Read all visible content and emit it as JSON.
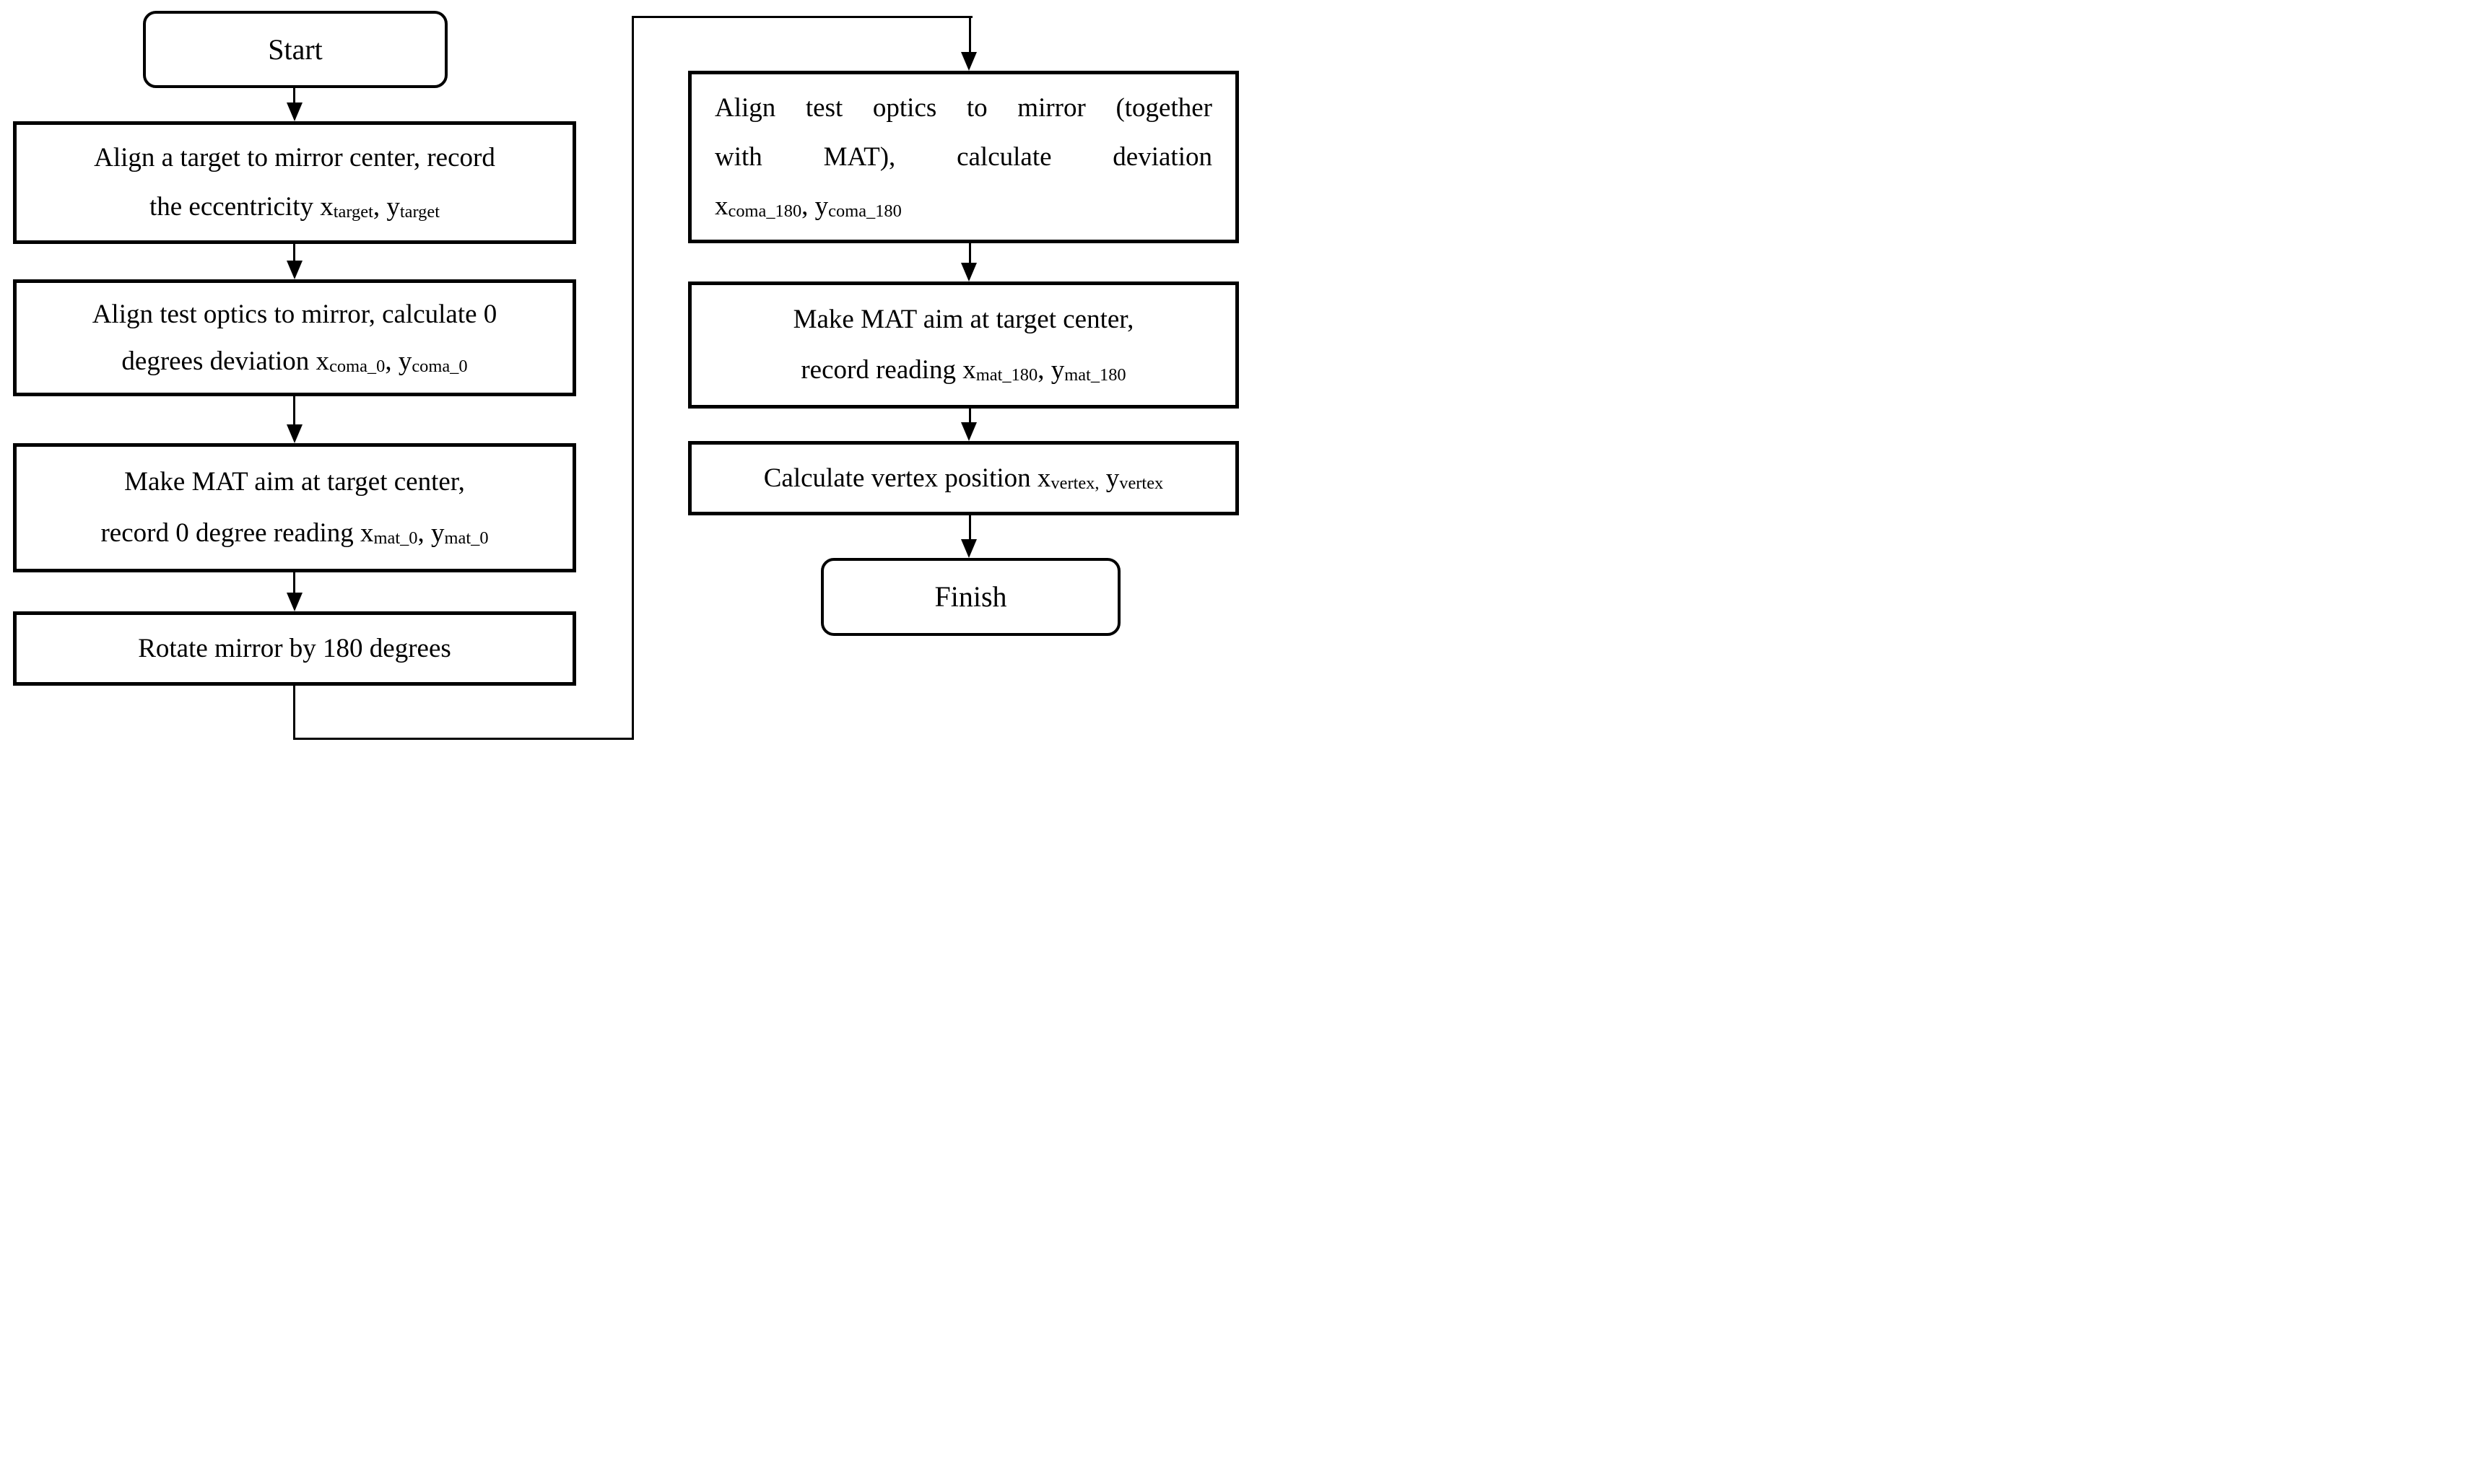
{
  "colors": {
    "ink": "#000000",
    "paper": "#ffffff"
  },
  "nodes": {
    "start": {
      "label": "Start"
    },
    "align_target": {
      "lines": [
        [
          {
            "t": "Align a target to mirror center, record"
          }
        ],
        [
          {
            "t": "the eccentricity x"
          },
          {
            "s": "target"
          },
          {
            "t": ", y"
          },
          {
            "s": "target"
          }
        ]
      ]
    },
    "align_optics_0": {
      "lines": [
        [
          {
            "t": "Align test optics to mirror, calculate 0"
          }
        ],
        [
          {
            "t": "degrees deviation x"
          },
          {
            "s": "coma_0"
          },
          {
            "t": ", y"
          },
          {
            "s": "coma_0"
          }
        ]
      ]
    },
    "mat_aim_0": {
      "lines": [
        [
          {
            "t": "Make MAT aim at target center,"
          }
        ],
        [
          {
            "t": "record 0 degree reading x"
          },
          {
            "s": "mat_0"
          },
          {
            "t": ", y"
          },
          {
            "s": "mat_0"
          }
        ]
      ]
    },
    "rotate_mirror": {
      "lines": [
        [
          {
            "t": "Rotate mirror by 180 degrees"
          }
        ]
      ]
    },
    "align_optics_180": {
      "lines": [
        [
          {
            "t": "Align test optics to mirror (together"
          }
        ],
        [
          {
            "t": "with MAT), calculate deviation"
          }
        ],
        [
          {
            "t": "x"
          },
          {
            "s": "coma_180"
          },
          {
            "t": ", y"
          },
          {
            "s": "coma_180"
          }
        ]
      ]
    },
    "mat_aim_180": {
      "lines": [
        [
          {
            "t": "Make MAT aim at target center,"
          }
        ],
        [
          {
            "t": "record reading x"
          },
          {
            "s": "mat_180"
          },
          {
            "t": ", y"
          },
          {
            "s": "mat_180"
          }
        ]
      ]
    },
    "calc_vertex": {
      "lines": [
        [
          {
            "t": "Calculate vertex position x"
          },
          {
            "s": "vertex,"
          },
          {
            "t": " y"
          },
          {
            "s": "vertex"
          }
        ]
      ]
    },
    "finish": {
      "label": "Finish"
    }
  }
}
